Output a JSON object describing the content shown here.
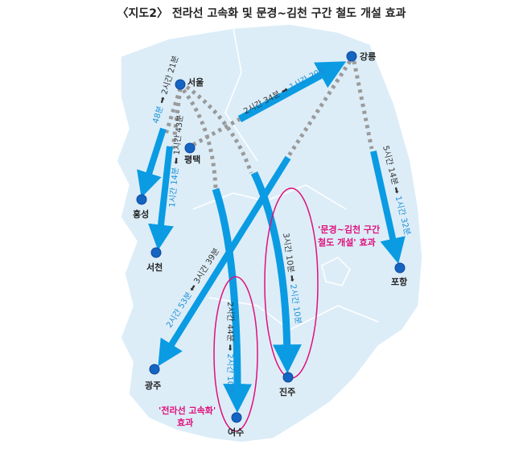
{
  "title": "〈지도2〉 전라선 고속화 및 문경~김천 구간 철도 개설 효과",
  "colors": {
    "land": "#dcedf8",
    "arrow": "#0a9be3",
    "dotted": "#9a9a9a",
    "highlight": "#e0107a",
    "city": "#1565c0"
  },
  "cities": {
    "seoul": "서울",
    "gangneung": "강릉",
    "pyeongtaek": "평택",
    "hongseong": "홍성",
    "seocheon": "서천",
    "gwangju": "광주",
    "yeosu": "여수",
    "jinju": "진주",
    "pohang": "포항"
  },
  "routes": {
    "seoul_hongseong": {
      "old": "2시간 21분",
      "new": "48분"
    },
    "seoul_seocheon": {
      "old": "1시간 43분",
      "new": "1시간 14분"
    },
    "pyeongtaek_gangneung": {
      "old": "2시간 34분",
      "new": "1시간 20분"
    },
    "gangneung_pohang": {
      "old": "5시간 14분",
      "new": "1시간 32분"
    },
    "gangneung_gwangju": {
      "old": "3시간 39분",
      "new": "2시간 53분"
    },
    "seoul_yeosu": {
      "old": "2시간 44분",
      "new": "2시간 10분"
    },
    "seoul_jinju": {
      "old": "3시간 10분",
      "new": "2시간 10분"
    }
  },
  "notes": {
    "mungyeong_line1": "'문경~김천 구간",
    "mungyeong_line2": "철도 개설' 효과",
    "jeolla_line1": "'전라선 고속화'",
    "jeolla_line2": "효과"
  }
}
